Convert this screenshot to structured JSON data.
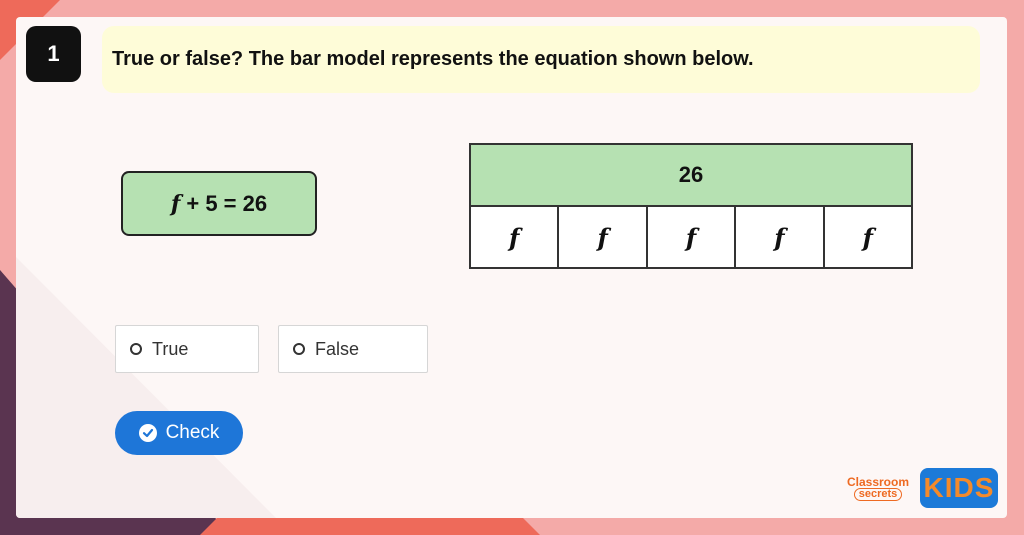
{
  "question": {
    "number": "1",
    "text": "True or false? The bar model represents the equation shown below."
  },
  "equation": {
    "variable": "f",
    "rest": "+ 5 = 26"
  },
  "bar_model": {
    "total": "26",
    "parts": [
      "f",
      "f",
      "f",
      "f",
      "f"
    ]
  },
  "options": [
    {
      "label": "True"
    },
    {
      "label": "False"
    }
  ],
  "check_button": {
    "label": "Check",
    "icon": "check-circle-icon"
  },
  "logos": {
    "classroom_secrets": {
      "line1": "Classroom",
      "line2": "secrets"
    },
    "kids": "KIDS"
  },
  "colors": {
    "accent_green": "#b6e1b2",
    "button_blue": "#1e76d8",
    "question_bg": "#fefcd8"
  }
}
